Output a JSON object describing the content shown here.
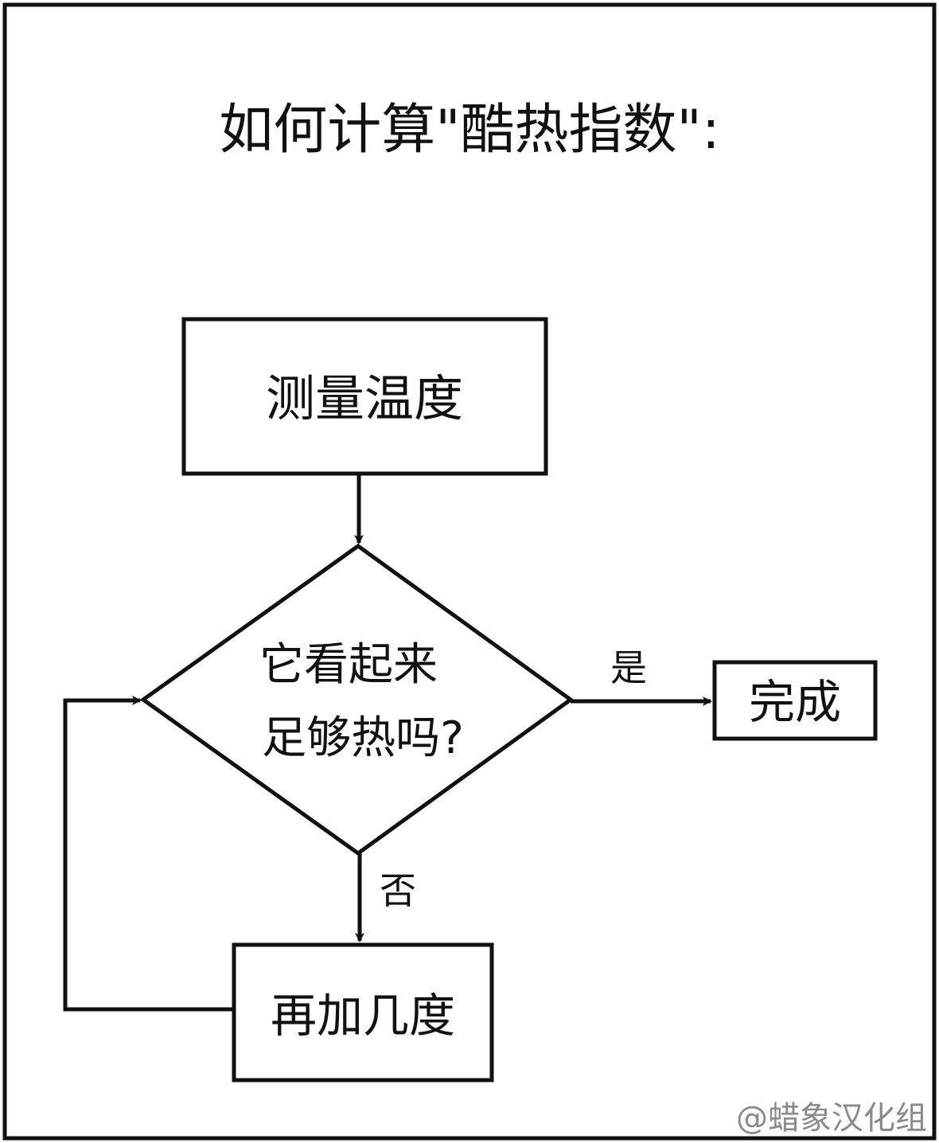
{
  "title": "如何计算\"酷热指数\":",
  "nodes": {
    "measure": {
      "label": "测量温度"
    },
    "decision": {
      "label_line1": "它看起来",
      "label_line2": "足够热吗?"
    },
    "done": {
      "label": "完成"
    },
    "add": {
      "label": "再加几度"
    }
  },
  "edges": {
    "yes_label": "是",
    "no_label": "否"
  },
  "watermark": "@蜡象汉化组",
  "colors": {
    "ink": "#111111",
    "background": "#ffffff",
    "watermark": "#8a8a8a"
  }
}
